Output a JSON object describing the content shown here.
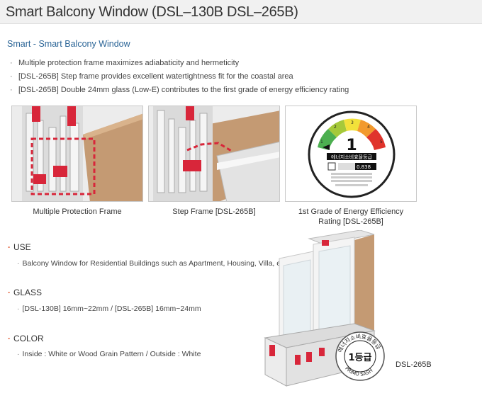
{
  "title": "Smart Balcony Window (DSL–130B DSL–265B)",
  "section": "Smart - Smart Balcony Window",
  "features": [
    "Multiple protection frame maximizes adiabaticity and hermeticity",
    "[DSL-265B] Step frame provides excellent watertightness fit for the coastal area",
    "[DSL-265B] Double 24mm glass (Low-E) contributes to the first grade of energy efficiency rating"
  ],
  "figures": [
    {
      "caption": "Multiple Protection Frame"
    },
    {
      "caption": "Step Frame [DSL-265B]"
    },
    {
      "caption_line1": "1st Grade of Energy Efficiency",
      "caption_line2": "Rating [DSL-265B]"
    }
  ],
  "label": {
    "grade": "1",
    "korean_title": "에너지소비효율등급",
    "value": "0.838",
    "scale": [
      "1",
      "2",
      "3",
      "4",
      "5"
    ]
  },
  "specs": [
    {
      "heading": "USE",
      "text": "Balcony Window for Residential Buildings such as Apartment, Housing, Villa, etc"
    },
    {
      "heading": "GLASS",
      "text": "[DSL-130B] 16mm~22mm / [DSL-265B] 16mm~24mm"
    },
    {
      "heading": "COLOR",
      "text": "Inside : White or Wood Grain Pattern / Outside : White"
    }
  ],
  "badge": {
    "arc_text": "에너지소비효율등급",
    "grade": "1등급",
    "brand": "PRIMO SASH"
  },
  "model": "DSL-265B",
  "colors": {
    "accent_blue": "#2a6496",
    "accent_red": "#e0522a",
    "wood": "#c49a73",
    "frame_red": "#d8263a"
  }
}
